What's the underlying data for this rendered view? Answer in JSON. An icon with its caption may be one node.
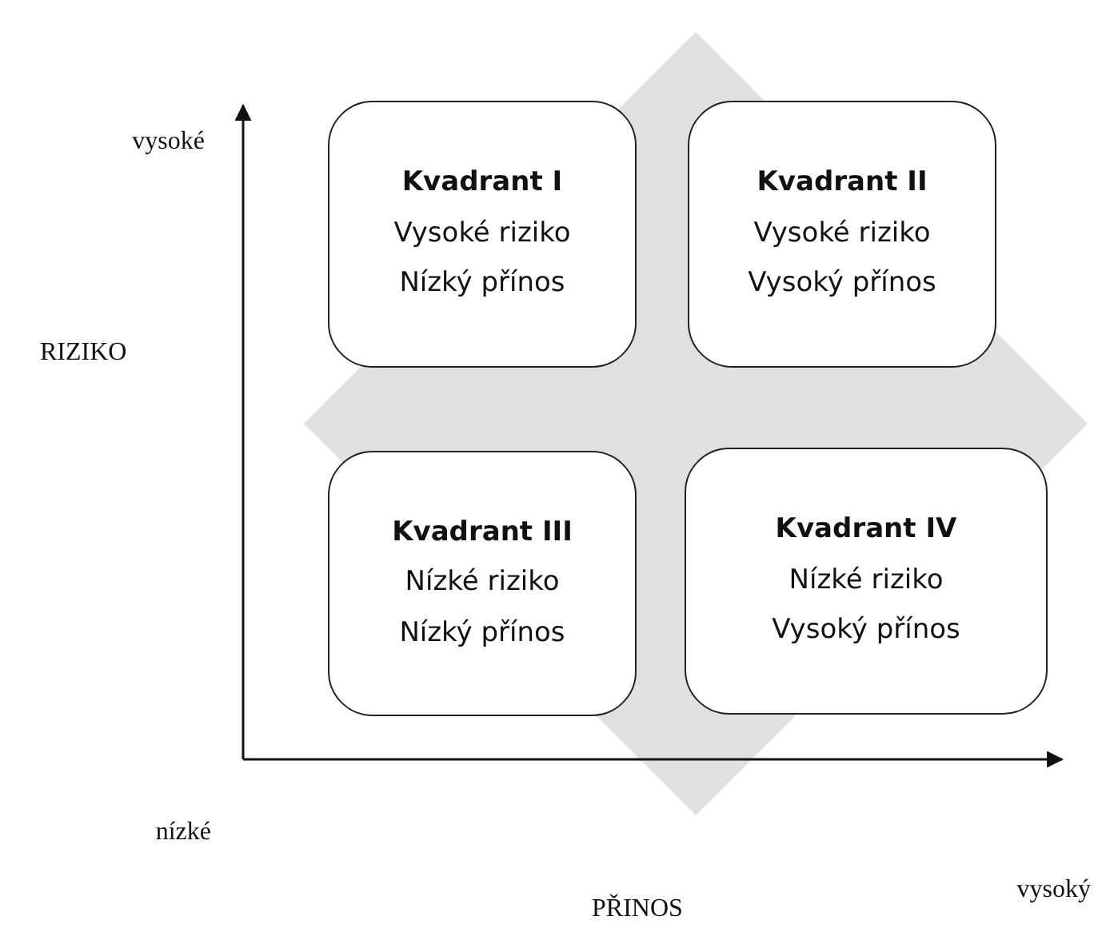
{
  "diagram": {
    "nodes": [
      {
        "text": [
          "Kvadrant I",
          "Vysoké riziko",
          "Nízký přínos"
        ]
      },
      {
        "text": [
          "Kvadrant II",
          "Vysoké riziko",
          "Vysoký přínos"
        ]
      },
      {
        "text": [
          "Kvadrant III",
          "Nízké riziko",
          "Nízký přínos"
        ]
      },
      {
        "text": [
          "Kvadrant IV",
          "Nízké riziko",
          "Vysoký přínos"
        ]
      }
    ],
    "labels": [
      "vysoké",
      "RIZIKO",
      "nízké",
      "vysoký",
      "PŘINOS"
    ]
  }
}
